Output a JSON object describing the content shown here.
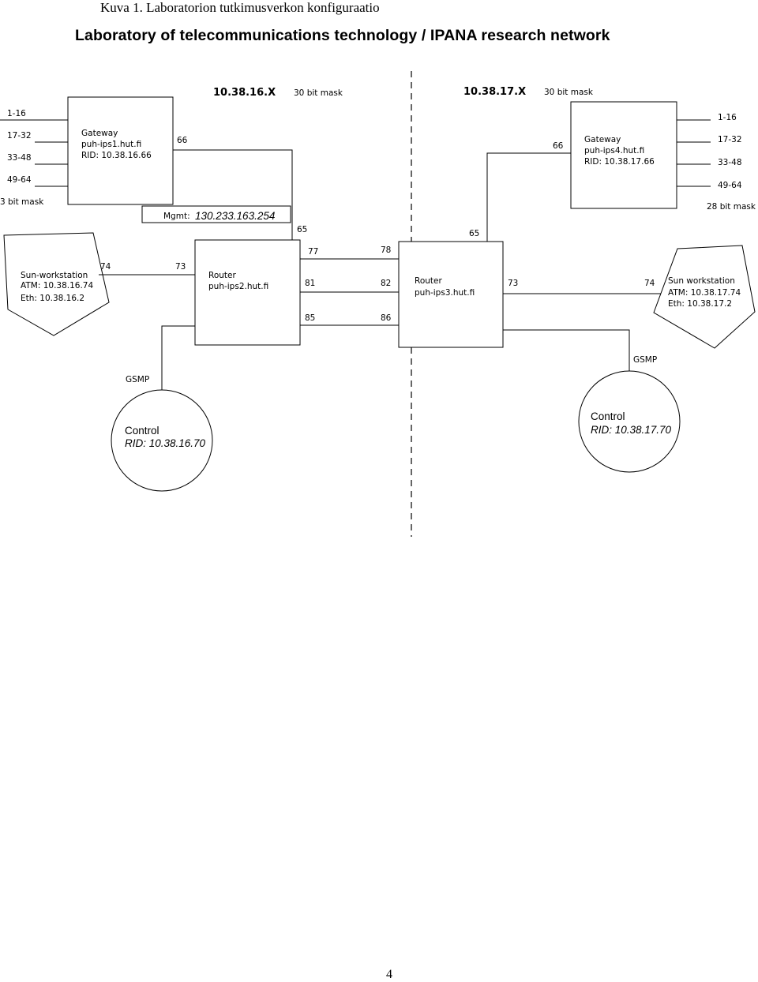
{
  "caption": "Kuva 1.   Laboratorion tutkimusverkon konfiguraatio",
  "title": "Laboratory of telecommunications technology / IPANA research network",
  "page_number": "4",
  "left_network": {
    "address": "10.38.16.X",
    "mask": "30 bit mask",
    "port_groups": [
      "1-16",
      "17-32",
      "33-48",
      "49-64"
    ],
    "group_mask": "3 bit mask",
    "gateway": {
      "line1": "Gateway",
      "line2": "puh-ips1.hut.fi",
      "line3": "RID: 10.38.16.66",
      "port": "66"
    },
    "mgmt": {
      "label": "Mgmt:",
      "address": "130.233.163.254"
    },
    "router": {
      "line1": "Router",
      "line2": "puh-ips2.hut.fi",
      "port_up": "65",
      "port_left": "73",
      "ports_right": [
        "77",
        "81",
        "85"
      ]
    },
    "workstation": {
      "line1": "Sun-workstation",
      "line2": "ATM: 10.38.16.74",
      "line3": "Eth: 10.38.16.2",
      "port": "74"
    },
    "control": {
      "gsmp": "GSMP",
      "line1": "Control",
      "line2": "RID: 10.38.16.70"
    }
  },
  "right_network": {
    "address": "10.38.17.X",
    "mask": "30 bit mask",
    "port_groups": [
      "1-16",
      "17-32",
      "33-48",
      "49-64"
    ],
    "group_mask": "28 bit mask",
    "gateway": {
      "line1": "Gateway",
      "line2": "puh-ips4.hut.fi",
      "line3": "RID: 10.38.17.66",
      "port": "66"
    },
    "router": {
      "line1": "Router",
      "line2": "puh-ips3.hut.fi",
      "port_up": "65",
      "port_right": "73",
      "ports_left": [
        "78",
        "82",
        "86"
      ]
    },
    "workstation": {
      "line1": "Sun workstation",
      "line2": "ATM: 10.38.17.74",
      "line3": "Eth: 10.38.17.2",
      "port": "74"
    },
    "control": {
      "gsmp": "GSMP",
      "line1": "Control",
      "line2": "RID: 10.38.17.70"
    }
  }
}
